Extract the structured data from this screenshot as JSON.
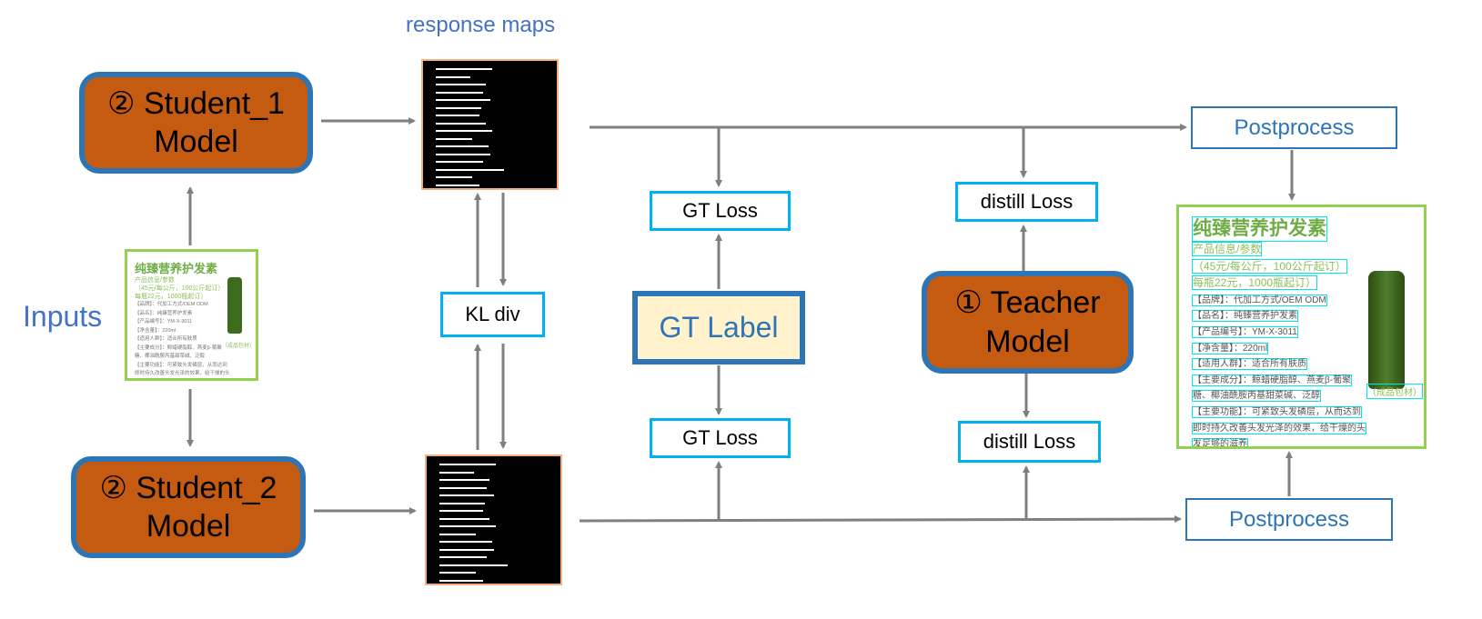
{
  "title": "response maps",
  "inputs_label": "Inputs",
  "student_1": {
    "line1": "② Student_1",
    "line2": "Model"
  },
  "student_2": {
    "line1": "② Student_2",
    "line2": "Model"
  },
  "teacher": {
    "line1": "① Teacher",
    "line2": "Model"
  },
  "kl_div": "KL div",
  "gt_label": "GT Label",
  "gt_loss_top": "GT Loss",
  "gt_loss_bottom": "GT Loss",
  "distill_loss_top": "distill Loss",
  "distill_loss_bottom": "distill Loss",
  "postprocess_top": "Postprocess",
  "postprocess_bottom": "Postprocess",
  "colors": {
    "model_fill": "#c55a11",
    "model_border": "#2e75b6",
    "loss_border": "#00b0f0",
    "gt_label_fill": "#fff2cc",
    "arrow": "#7f7f7f",
    "text_blue": "#4472c4",
    "image_border": "#92d050",
    "detection_box": "#00e5e5"
  },
  "product_doc": {
    "title": "纯臻营养护发素",
    "subtitle": "产品信息/参数",
    "price1": "（45元/每公斤，100公斤起订）",
    "price2": "每瓶22元，1000瓶起订）",
    "lines": [
      "【品牌】：代加工方式/OEM ODM",
      "【品名】：纯臻营养护发素",
      "【产品编号】：YM-X-3011",
      "【净含量】：220ml",
      "【适用人群】：适合所有肤质",
      "【主要成分】：鲸蜡硬脂醇、燕麦β-葡聚",
      "糖、椰油酰胺丙基甜菜碱、泛醇",
      "【主要功能】：可紧致头发磷层，从而达到",
      "即时持久改善头发光泽的效果，给干燥的头",
      "发足够的滋养"
    ],
    "package_label": "（成品包材）"
  }
}
